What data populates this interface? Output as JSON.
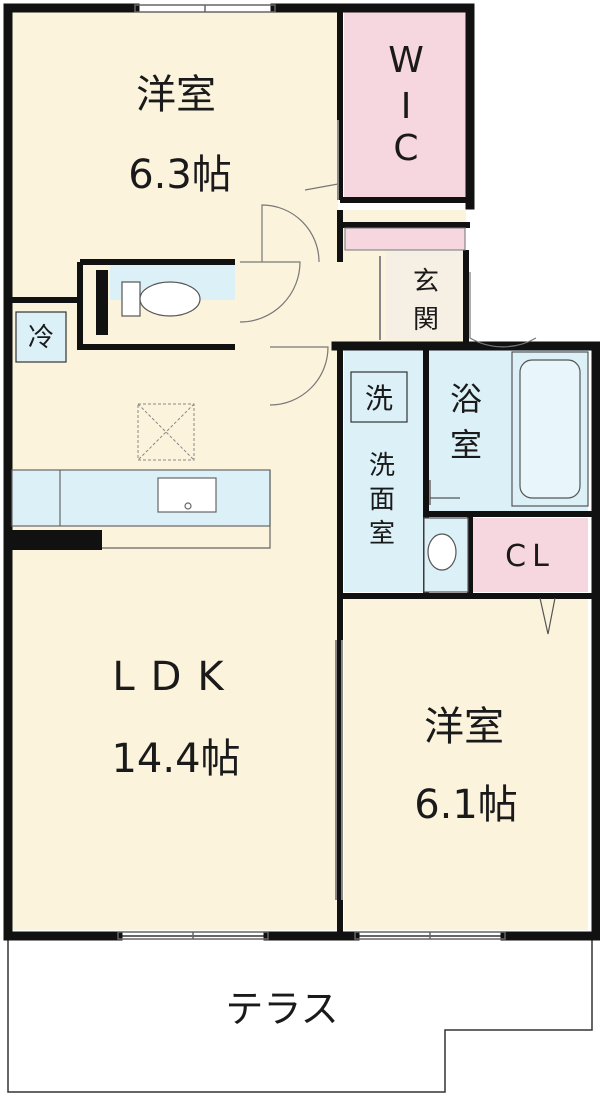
{
  "rooms": {
    "western_room_1": {
      "name": "洋室",
      "size": "6.3帖"
    },
    "walk_in_closet": {
      "label_chars": [
        "W",
        "I",
        "C"
      ]
    },
    "entrance": {
      "label_chars": [
        "玄",
        "関"
      ]
    },
    "fridge": {
      "label": "冷"
    },
    "washer": {
      "label": "洗"
    },
    "bathroom": {
      "label_chars": [
        "浴",
        "室"
      ]
    },
    "washroom": {
      "label_chars": [
        "洗",
        "面",
        "室"
      ]
    },
    "closet": {
      "label": "CL"
    },
    "ldk": {
      "name": "LDK",
      "size": "14.4帖"
    },
    "western_room_2": {
      "name": "洋室",
      "size": "6.1帖"
    },
    "terrace": {
      "label": "テラス"
    }
  },
  "colors": {
    "room_fill": "#fcf3dc",
    "wet_fill": "#dcf0f8",
    "closet_fill": "#f6d6df",
    "wall": "#111111"
  }
}
